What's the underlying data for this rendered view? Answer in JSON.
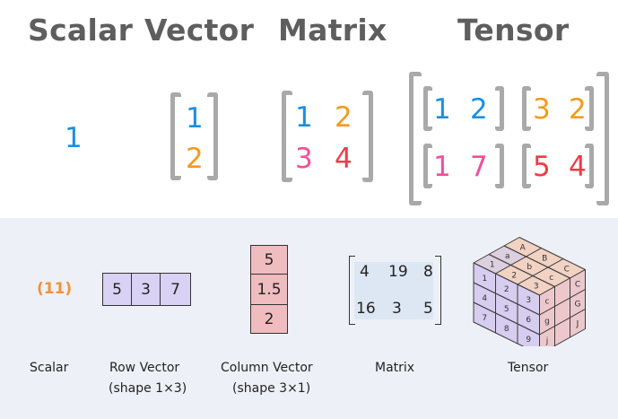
{
  "headings": {
    "scalar": "Scalar",
    "vector": "Vector",
    "matrix": "Matrix",
    "tensor": "Tensor"
  },
  "top": {
    "scalar_value": "1",
    "vector_values": [
      "1",
      "2"
    ],
    "matrix_values": [
      [
        "1",
        "2"
      ],
      [
        "3",
        "4"
      ]
    ],
    "tensor_blocks": [
      [
        [
          "1",
          "2"
        ],
        [
          "3",
          "2"
        ]
      ],
      [
        [
          "1",
          "7"
        ],
        [
          "5",
          "4"
        ]
      ]
    ]
  },
  "bottom": {
    "scalar_value": "(11)",
    "row_vector": [
      "5",
      "3",
      "7"
    ],
    "column_vector": [
      "5",
      "1.5",
      "2"
    ],
    "matrix": [
      [
        "4",
        "19",
        "8"
      ],
      [
        "16",
        "3",
        "5"
      ]
    ],
    "cube": {
      "front": [
        [
          "1",
          "2",
          "3"
        ],
        [
          "4",
          "5",
          "6"
        ],
        [
          "7",
          "8",
          "9"
        ]
      ],
      "top_letters": [
        "A",
        "B",
        "C",
        "a",
        "b",
        "c"
      ],
      "top_numbers": [
        "1",
        "2",
        "3"
      ],
      "side_upper": [
        "C",
        "G",
        "J"
      ],
      "side_lower": [
        "c",
        "g",
        "j"
      ]
    },
    "labels": {
      "scalar": "Scalar",
      "row_vector": "Row Vector",
      "row_vector_shape": "(shape 1×3)",
      "column_vector": "Column Vector",
      "column_vector_shape": "(shape 3×1)",
      "matrix": "Matrix",
      "tensor": "Tensor"
    }
  },
  "colors": {
    "blue": "#1a8fe3",
    "orange": "#f39a1d",
    "pink": "#ef4f9a",
    "red": "#ee3b49",
    "heading": "#5e5e5e",
    "bracket": "#a9a9a9",
    "panel_bg": "#edf1f7",
    "row_cell": "#d9d2f4",
    "col_cell": "#efbcc0",
    "matrix_bg": "#dde7f4",
    "scalar_orange": "#f0923a",
    "cube_top": "#f1d2c3",
    "cube_top_left": "#dccfe0",
    "cube_front": "#d6cdf0",
    "cube_side": "#ecc8cc"
  }
}
